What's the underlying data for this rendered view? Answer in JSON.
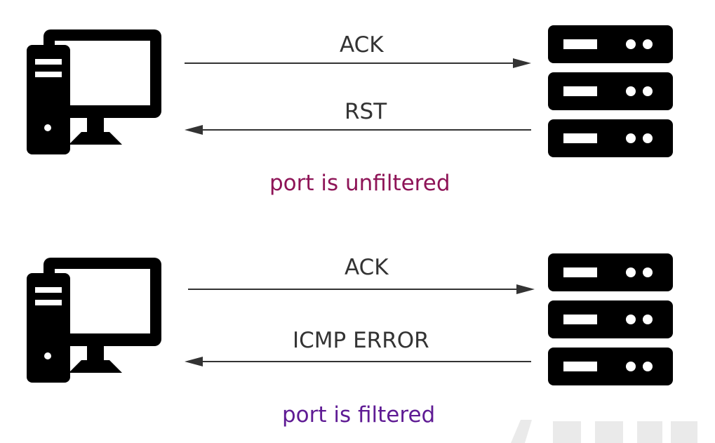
{
  "colors": {
    "ink": "#000000",
    "label_text": "#333333",
    "arrow": "#333333",
    "unfiltered_caption": "#8e1457",
    "filtered_caption": "#5f1b94"
  },
  "icons": {
    "client": "desktop-computer-icon",
    "server": "server-rack-icon",
    "watermark": "logo-watermark-icon"
  },
  "scenarios": [
    {
      "request_label": "ACK",
      "response_label": "RST",
      "caption": "port is unfiltered"
    },
    {
      "request_label": "ACK",
      "response_label": "ICMP ERROR",
      "caption": "port is filtered"
    }
  ]
}
